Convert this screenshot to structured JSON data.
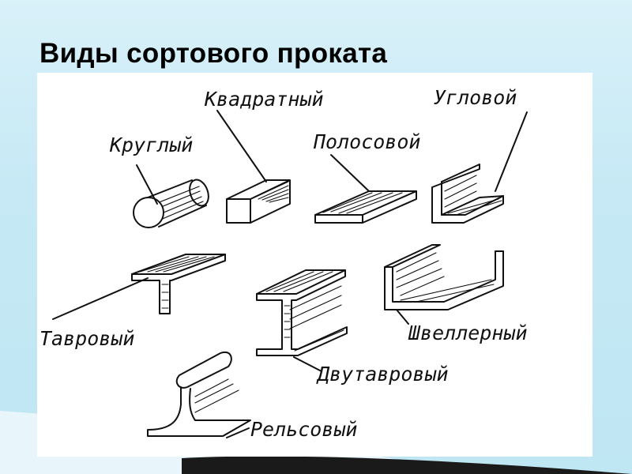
{
  "slide": {
    "title": "Виды сортового проката"
  },
  "labels": {
    "round": "Круглый",
    "square": "Квадратный",
    "strip": "Полосовой",
    "angle": "Угловой",
    "tee": "Тавровый",
    "ibeam": "Двутавровый",
    "channel": "Швеллерный",
    "rail": "Рельсовый"
  }
}
